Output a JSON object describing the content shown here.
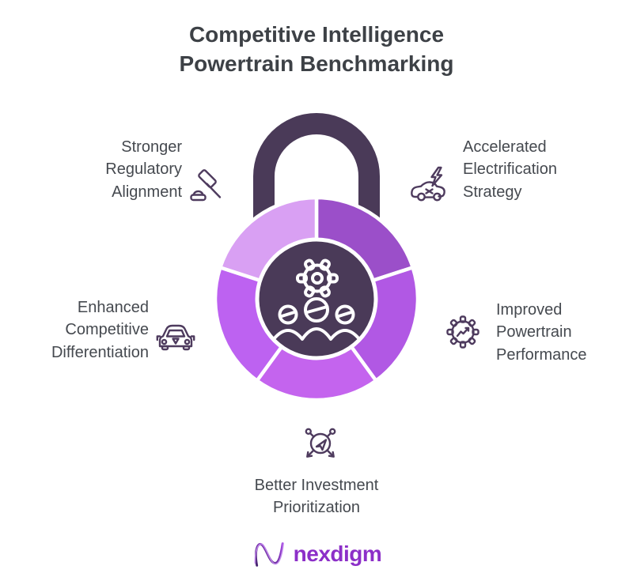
{
  "title": {
    "line1": "Competitive Intelligence",
    "line2": "Powertrain Benchmarking"
  },
  "benefits": [
    {
      "id": "regulatory",
      "text": "Stronger\nRegulatory\nAlignment",
      "icon": "gavel-icon"
    },
    {
      "id": "electrification",
      "text": "Accelerated\nElectrification\nStrategy",
      "icon": "electric-car-icon"
    },
    {
      "id": "differentiation",
      "text": "Enhanced\nCompetitive\nDifferentiation",
      "icon": "car-front-icon"
    },
    {
      "id": "performance",
      "text": "Improved\nPowertrain\nPerformance",
      "icon": "gear-chart-icon"
    },
    {
      "id": "investment",
      "text": "Better Investment\nPrioritization",
      "icon": "send-target-icon"
    }
  ],
  "wheel": {
    "center_icon": "team-gear-icon",
    "shackle_color": "#4a3a58",
    "hub_color": "#4a3a58",
    "segments": [
      {
        "position": "top-right",
        "color": "#9b4fc9"
      },
      {
        "position": "right",
        "color": "#b158e4"
      },
      {
        "position": "bottom",
        "color": "#c464ee"
      },
      {
        "position": "left",
        "color": "#bd62f1"
      },
      {
        "position": "top-left",
        "color": "#d9a0f3"
      }
    ]
  },
  "logo": {
    "text": "nexdigm"
  },
  "colors": {
    "title-color": "#3d4146",
    "text-color": "#45494f",
    "icon-stroke": "#4e3b5e",
    "logo-purple": "#8c2fc8"
  }
}
